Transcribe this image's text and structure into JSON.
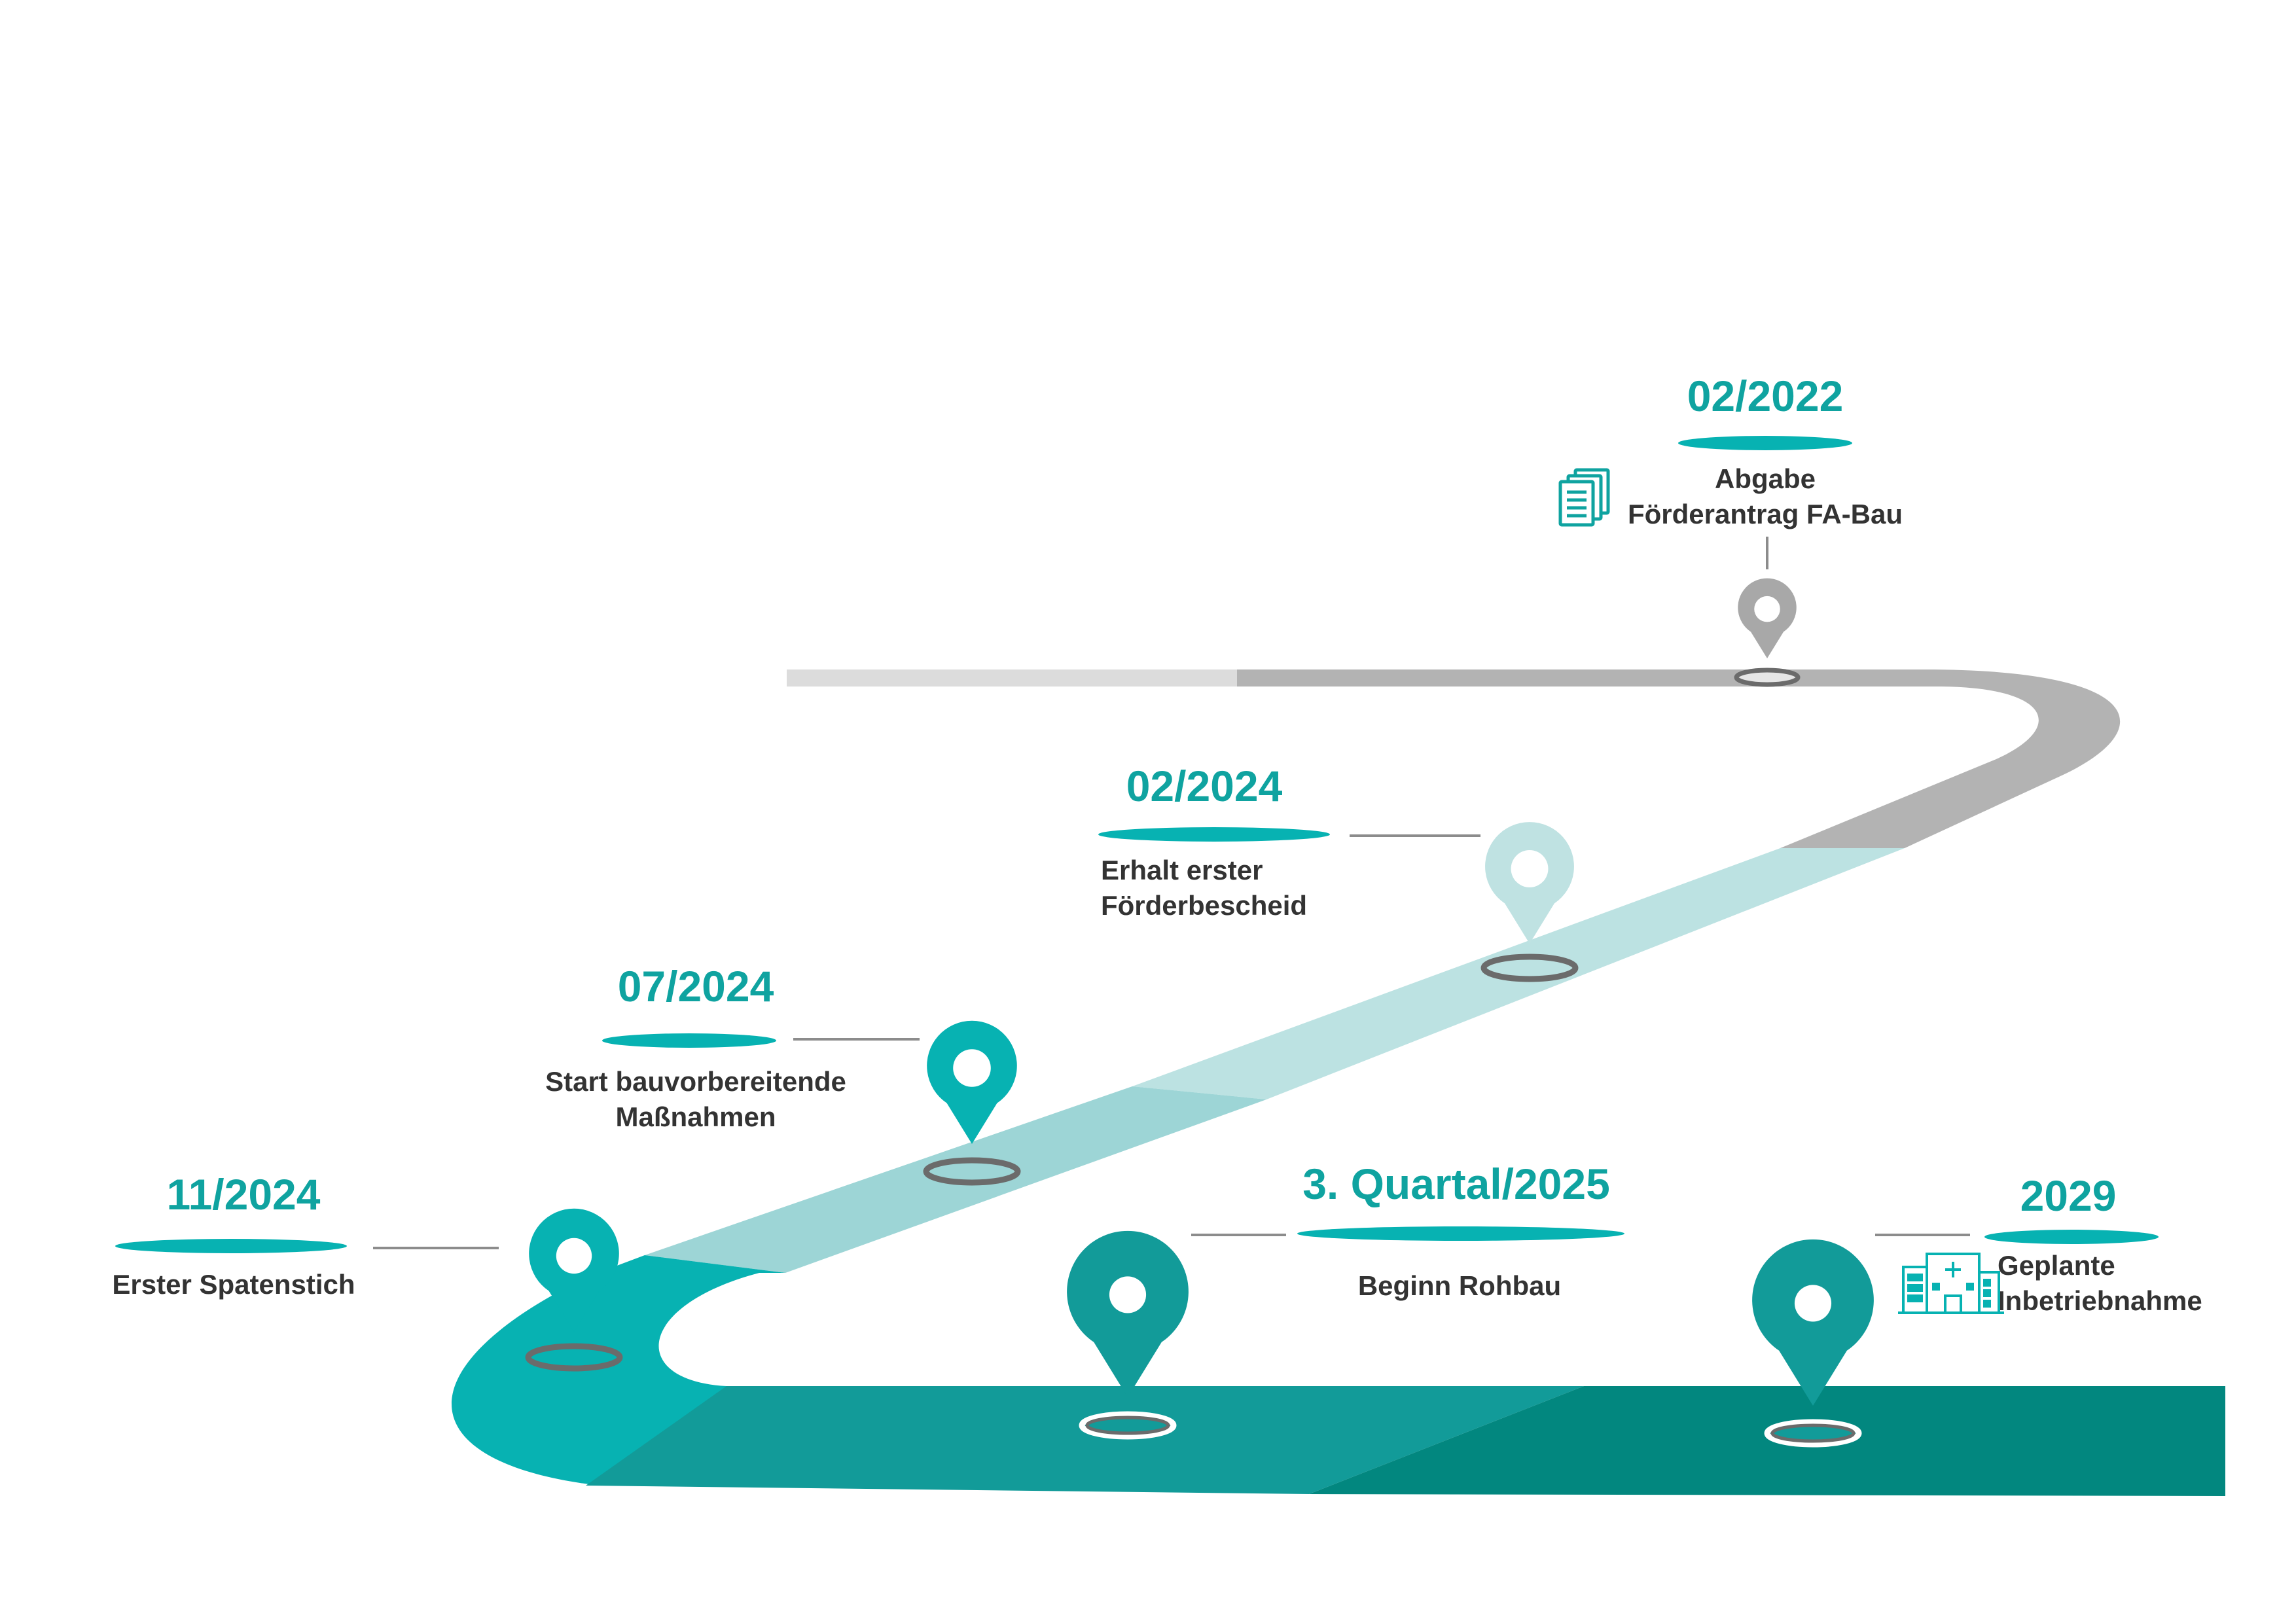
{
  "colors": {
    "accent": "#0FA3A0",
    "text_dark": "#333333",
    "road_gray_light": "#DCDCDC",
    "road_gray": "#B3B3B3",
    "road_teal_pale": "#BCE2E2",
    "road_teal_light": "#9DD5D6",
    "road_teal": "#07B2B2",
    "road_teal_mid": "#129B99",
    "road_teal_dark": "#02877F",
    "pin_gray": "#A8A8A8",
    "pin_pale": "#BFE2E2",
    "pin_teal": "#07B2B2",
    "pin_teal_dark": "#129B99",
    "connector": "#8C8C8C"
  },
  "milestones": [
    {
      "id": "ms1",
      "date": "02/2022",
      "lines": [
        "Abgabe",
        "Förderantrag FA-Bau"
      ],
      "pin_color": "pin_gray",
      "icon": "documents-icon"
    },
    {
      "id": "ms2",
      "date": "02/2024",
      "lines": [
        "Erhalt erster",
        "Förderbescheid"
      ],
      "pin_color": "pin_pale",
      "icon": ""
    },
    {
      "id": "ms3",
      "date": "07/2024",
      "lines": [
        "Start bauvorbereitende",
        "Maßnahmen"
      ],
      "pin_color": "pin_teal",
      "icon": ""
    },
    {
      "id": "ms4",
      "date": "11/2024",
      "lines": [
        "Erster Spatenstich"
      ],
      "pin_color": "pin_teal",
      "icon": ""
    },
    {
      "id": "ms5",
      "date": "3. Quartal/2025",
      "lines": [
        "Beginn Rohbau"
      ],
      "pin_color": "pin_teal_dark",
      "icon": ""
    },
    {
      "id": "ms6",
      "date": "2029",
      "lines": [
        "Geplante",
        "Inbetriebnahme"
      ],
      "pin_color": "pin_teal_dark",
      "icon": "hospital-icon"
    }
  ]
}
